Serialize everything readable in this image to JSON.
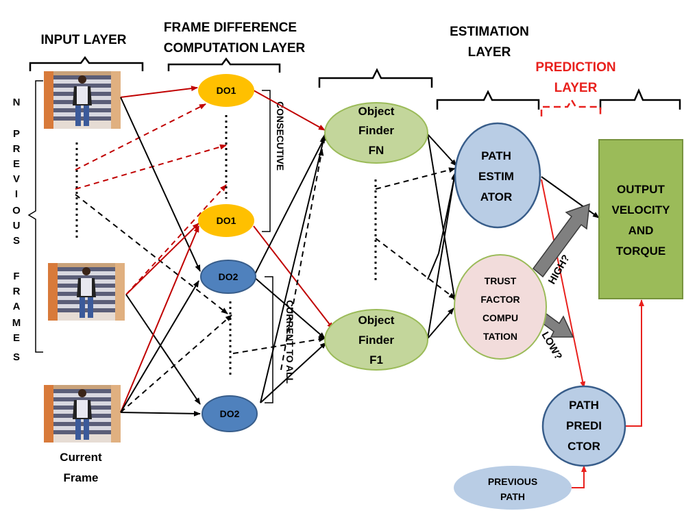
{
  "layers": {
    "input": "INPUT LAYER",
    "frame_diff_line1": "FRAME DIFFERENCE",
    "frame_diff_line2": "COMPUTATION LAYER",
    "estimation_line1": "ESTIMATION",
    "estimation_line2": "LAYER",
    "prediction_line1": "PREDICTION",
    "prediction_line2": "LAYER"
  },
  "side_labels": {
    "n_previous_frames": [
      "N",
      "P",
      "R",
      "E",
      "V",
      "I",
      "O",
      "U",
      "S",
      "F",
      "R",
      "A",
      "M",
      "E",
      "S"
    ],
    "consecutive": "CONSECUTIVE",
    "current_to_all": "CURRENT TO ALL"
  },
  "current_frame": [
    "Current",
    "Frame"
  ],
  "nodes": {
    "do1_top": "DO1",
    "do1_mid": "DO1",
    "do2_mid": "DO2",
    "do2_bot": "DO2",
    "object_finder_fn": [
      "Object",
      "Finder",
      "FN"
    ],
    "object_finder_f1": [
      "Object",
      "Finder",
      "F1"
    ],
    "path_estimator": [
      "PATH",
      "ESTIM",
      "ATOR"
    ],
    "trust_factor": [
      "TRUST",
      "FACTOR",
      "COMPU",
      "TATION"
    ],
    "output": [
      "OUTPUT",
      "VELOCITY",
      "AND",
      "TORQUE"
    ],
    "path_predictor": [
      "PATH",
      "PREDI",
      "CTOR"
    ],
    "previous_path": [
      "PREVIOUS",
      "PATH"
    ]
  },
  "decision_labels": {
    "high": "HIGH?",
    "low": "LOW?"
  },
  "colors": {
    "do1_fill": "#ffc000",
    "do2_fill": "#4f81bd",
    "object_finder_fill": "#c3d69b",
    "object_finder_stroke": "#9bbb59",
    "estimator_fill": "#b9cde5",
    "trust_fill": "#f2dcdb",
    "output_fill": "#9bbb59",
    "arrow_red": "#c00000",
    "prediction_red": "#e8201c"
  },
  "icons": {
    "frame_image": "person-photo-icon"
  }
}
